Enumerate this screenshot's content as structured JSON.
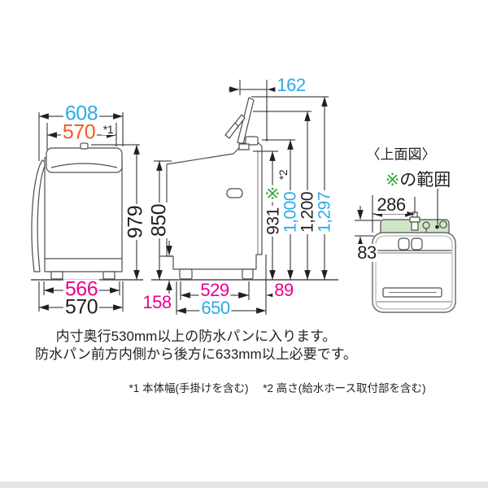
{
  "colors": {
    "blue": "#29abe2",
    "orange": "#f15a24",
    "pink": "#ec008c",
    "green": "#3aa63a",
    "line_gray": "#4d4d4d",
    "text_black": "#231f20",
    "range_fill": "#cfe6c6"
  },
  "front_view": {
    "width_top_outer": "608",
    "width_top_body": "570",
    "width_top_note": "*1",
    "height_total": "979",
    "width_bottom_feet": "566",
    "width_bottom_body": "570"
  },
  "side_view": {
    "lid_depth_top": "162",
    "height_body": "850",
    "height_panel": "931",
    "height_panel_mark": "※",
    "height_panel_note": "*2",
    "height_hose": "1,000",
    "height_mid": "1,200",
    "height_lid_open": "1,297",
    "base_height": "158",
    "feet_span": "529",
    "back_clearance": "89",
    "depth_bottom": "650"
  },
  "top_view": {
    "title": "〈上面図〉",
    "range_mark": "※",
    "range_text": "の範囲",
    "width_inlet": "286",
    "strip_depth": "83"
  },
  "notes": {
    "line1": "内寸奥行530mm以上の防水パンに入ります。",
    "line2": "防水パン前方内側から後方に633mm以上必要です。",
    "footnote1": "*1 本体幅(手掛けを含む)",
    "footnote2": "*2 高さ(給水ホース取付部を含む)"
  }
}
